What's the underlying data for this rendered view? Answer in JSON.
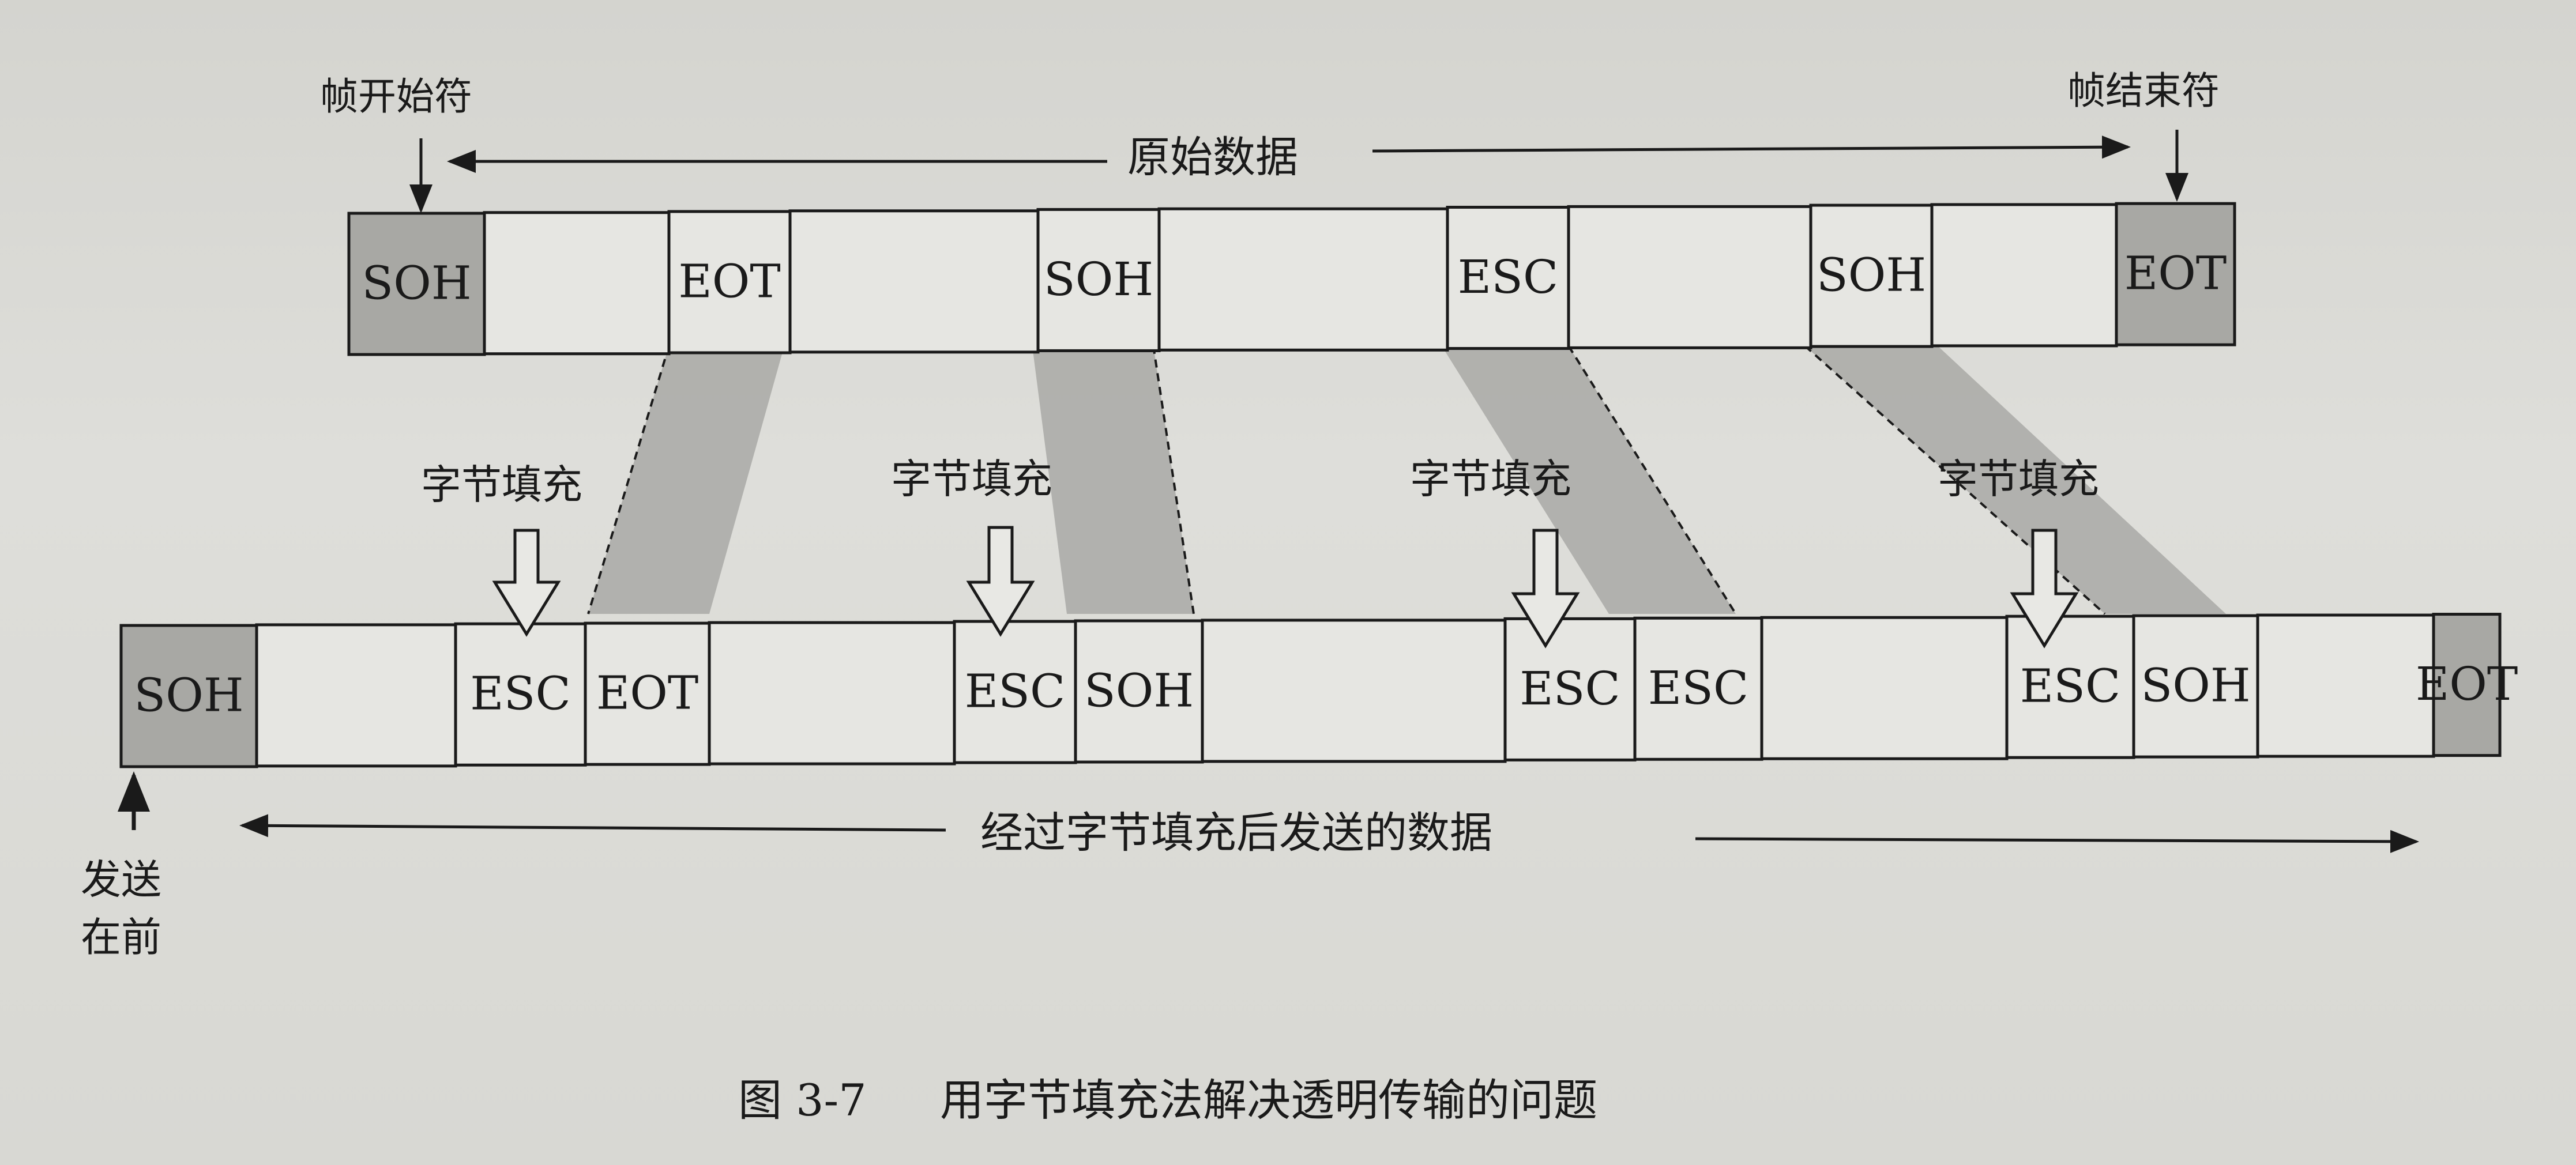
{
  "labels": {
    "frame_start": "帧开始符",
    "frame_end": "帧结束符",
    "original_data": "原始数据",
    "byte_stuffing": "字节填充",
    "sent_data": "经过字节填充后发送的数据",
    "send_first_line1": "发送",
    "send_first_line2": "在前"
  },
  "caption": {
    "figure_number": "图 3-7",
    "title": "用字节填充法解决透明传输的问题"
  },
  "top_frame": {
    "cells": [
      "SOH",
      "",
      "EOT",
      "",
      "SOH",
      "",
      "ESC",
      "",
      "SOH",
      "",
      "EOT"
    ]
  },
  "bottom_frame": {
    "cells": [
      "SOH",
      "",
      "ESC",
      "EOT",
      "",
      "ESC",
      "SOH",
      "",
      "ESC",
      "ESC",
      "",
      "ESC",
      "SOH",
      "",
      "EOT"
    ]
  },
  "colors": {
    "shaded_cell": "#a8a8a4",
    "band": "#a9a9a6",
    "line": "#1a1a1a"
  }
}
